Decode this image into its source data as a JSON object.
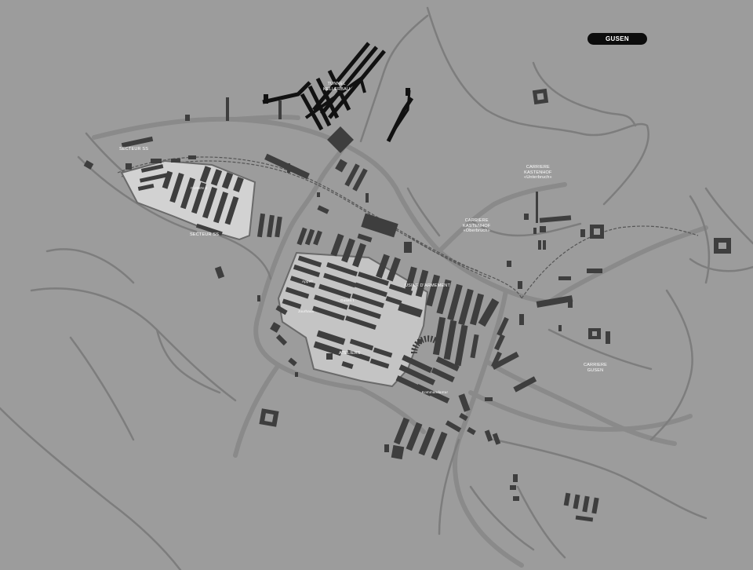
{
  "title": "GUSEN",
  "labels": {
    "secteur_ss_1": "SECTEUR SS",
    "secteur_ss_2": "SECTEUR SS",
    "gusen_ii": "Gusen II",
    "tunnel_line1": "TUNNEL",
    "tunnel_line2": "KELLERBAU",
    "carriere_kastenhof_w_line1": "CARRIERE",
    "carriere_kastenhof_w_line2": "KASTENHOF",
    "carriere_kastenhof_w_line3": "«Oberbruch»",
    "carriere_kastenhof_e_line1": "CARRIERE",
    "carriere_kastenhof_e_line2": "KASTENHOF",
    "carriere_kastenhof_e_line3": "«Unterbruch»",
    "usine_armement": "USINE D'ARMEMENT",
    "gusen_i": "Gusen I",
    "appell": "Appell",
    "jourhaus": "Jourhaus",
    "atelier": "ATELIERS",
    "kommandantur": "Kommandantur",
    "carriere_gusen_line1": "CARRIERE",
    "carriere_gusen_line2": "GUSEN"
  },
  "colors": {
    "background": "#9c9c9c",
    "road": "#8a8a8a",
    "building": "#3e3e3e",
    "tunnel": "#111111",
    "camp": "#c4c4c4",
    "badge": "#0c0c0c"
  }
}
